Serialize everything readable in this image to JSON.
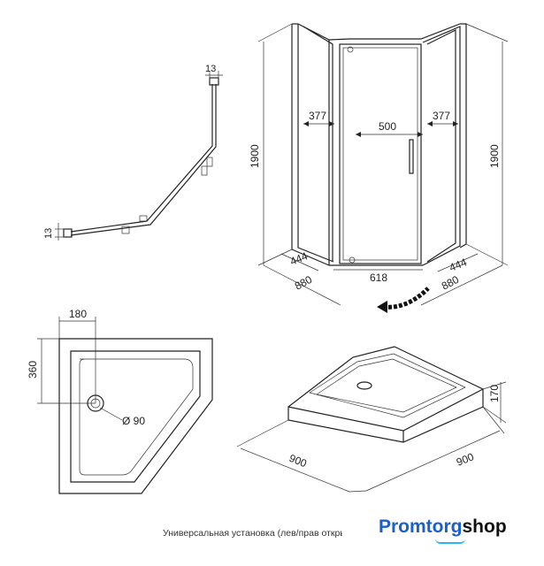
{
  "profile_view": {
    "top_dim": "13",
    "side_dim": "13"
  },
  "front_view": {
    "left_panel": "377",
    "door_width": "500",
    "right_panel": "377",
    "height_left": "1900",
    "height_right": "1900",
    "side_left": "444",
    "bottom_width": "618",
    "side_right": "444",
    "depth_left": "880",
    "depth_right": "880"
  },
  "tray_plan": {
    "drain_offset_x": "180",
    "drain_offset_y": "360",
    "drain_diameter": "Ø 90"
  },
  "tray_iso": {
    "height": "170",
    "width_left": "900",
    "width_right": "900"
  },
  "footer": {
    "caption": "Универсальная установка (лев/прав откры",
    "brand_part1": "Promtorg",
    "brand_part2": "shop"
  }
}
